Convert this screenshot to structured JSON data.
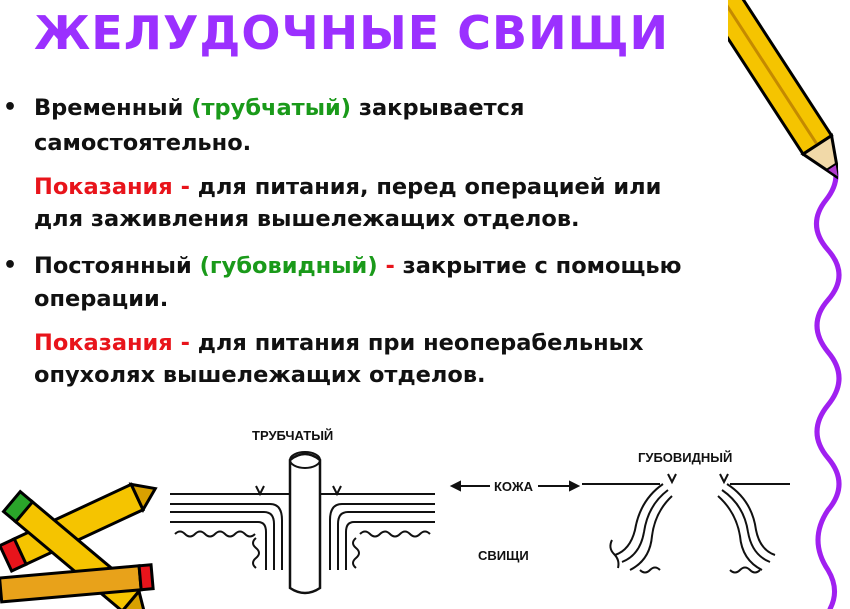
{
  "title": "ЖЕЛУДОЧНЫЕ СВИЩИ",
  "bullet_char": "•",
  "items": [
    {
      "lead": "Временный ",
      "type": "(трубчатый)",
      "rest": " закрывается",
      "line2": "самостоятельно.",
      "ind_label": "Показания -",
      "ind_text": " для питания, перед операцией или",
      "ind_line2": "для заживления вышележащих отделов."
    },
    {
      "lead": "Постоянный ",
      "type": "(губовидный)",
      "dash": " -",
      "rest": "  закрытие с помощью",
      "line2": "операции.",
      "ind_label": "Показания -",
      "ind_text": " для питания при неоперабельных",
      "ind_line2": "опухолях вышележащих отделов."
    }
  ],
  "diagram": {
    "label_tubular": "ТРУБЧАТЫЙ",
    "label_labial": "ГУБОВИДНЫЙ",
    "label_skin": "КОЖА",
    "label_fistulas": "СВИЩИ"
  },
  "colors": {
    "title": "#9b30ff",
    "type_green": "#1a9a1a",
    "indication_red": "#e8141b",
    "border_wave": "#a020f0",
    "pencil_yellow": "#f5c400"
  },
  "icons": [
    "pencil-icon",
    "crayon-icon"
  ]
}
